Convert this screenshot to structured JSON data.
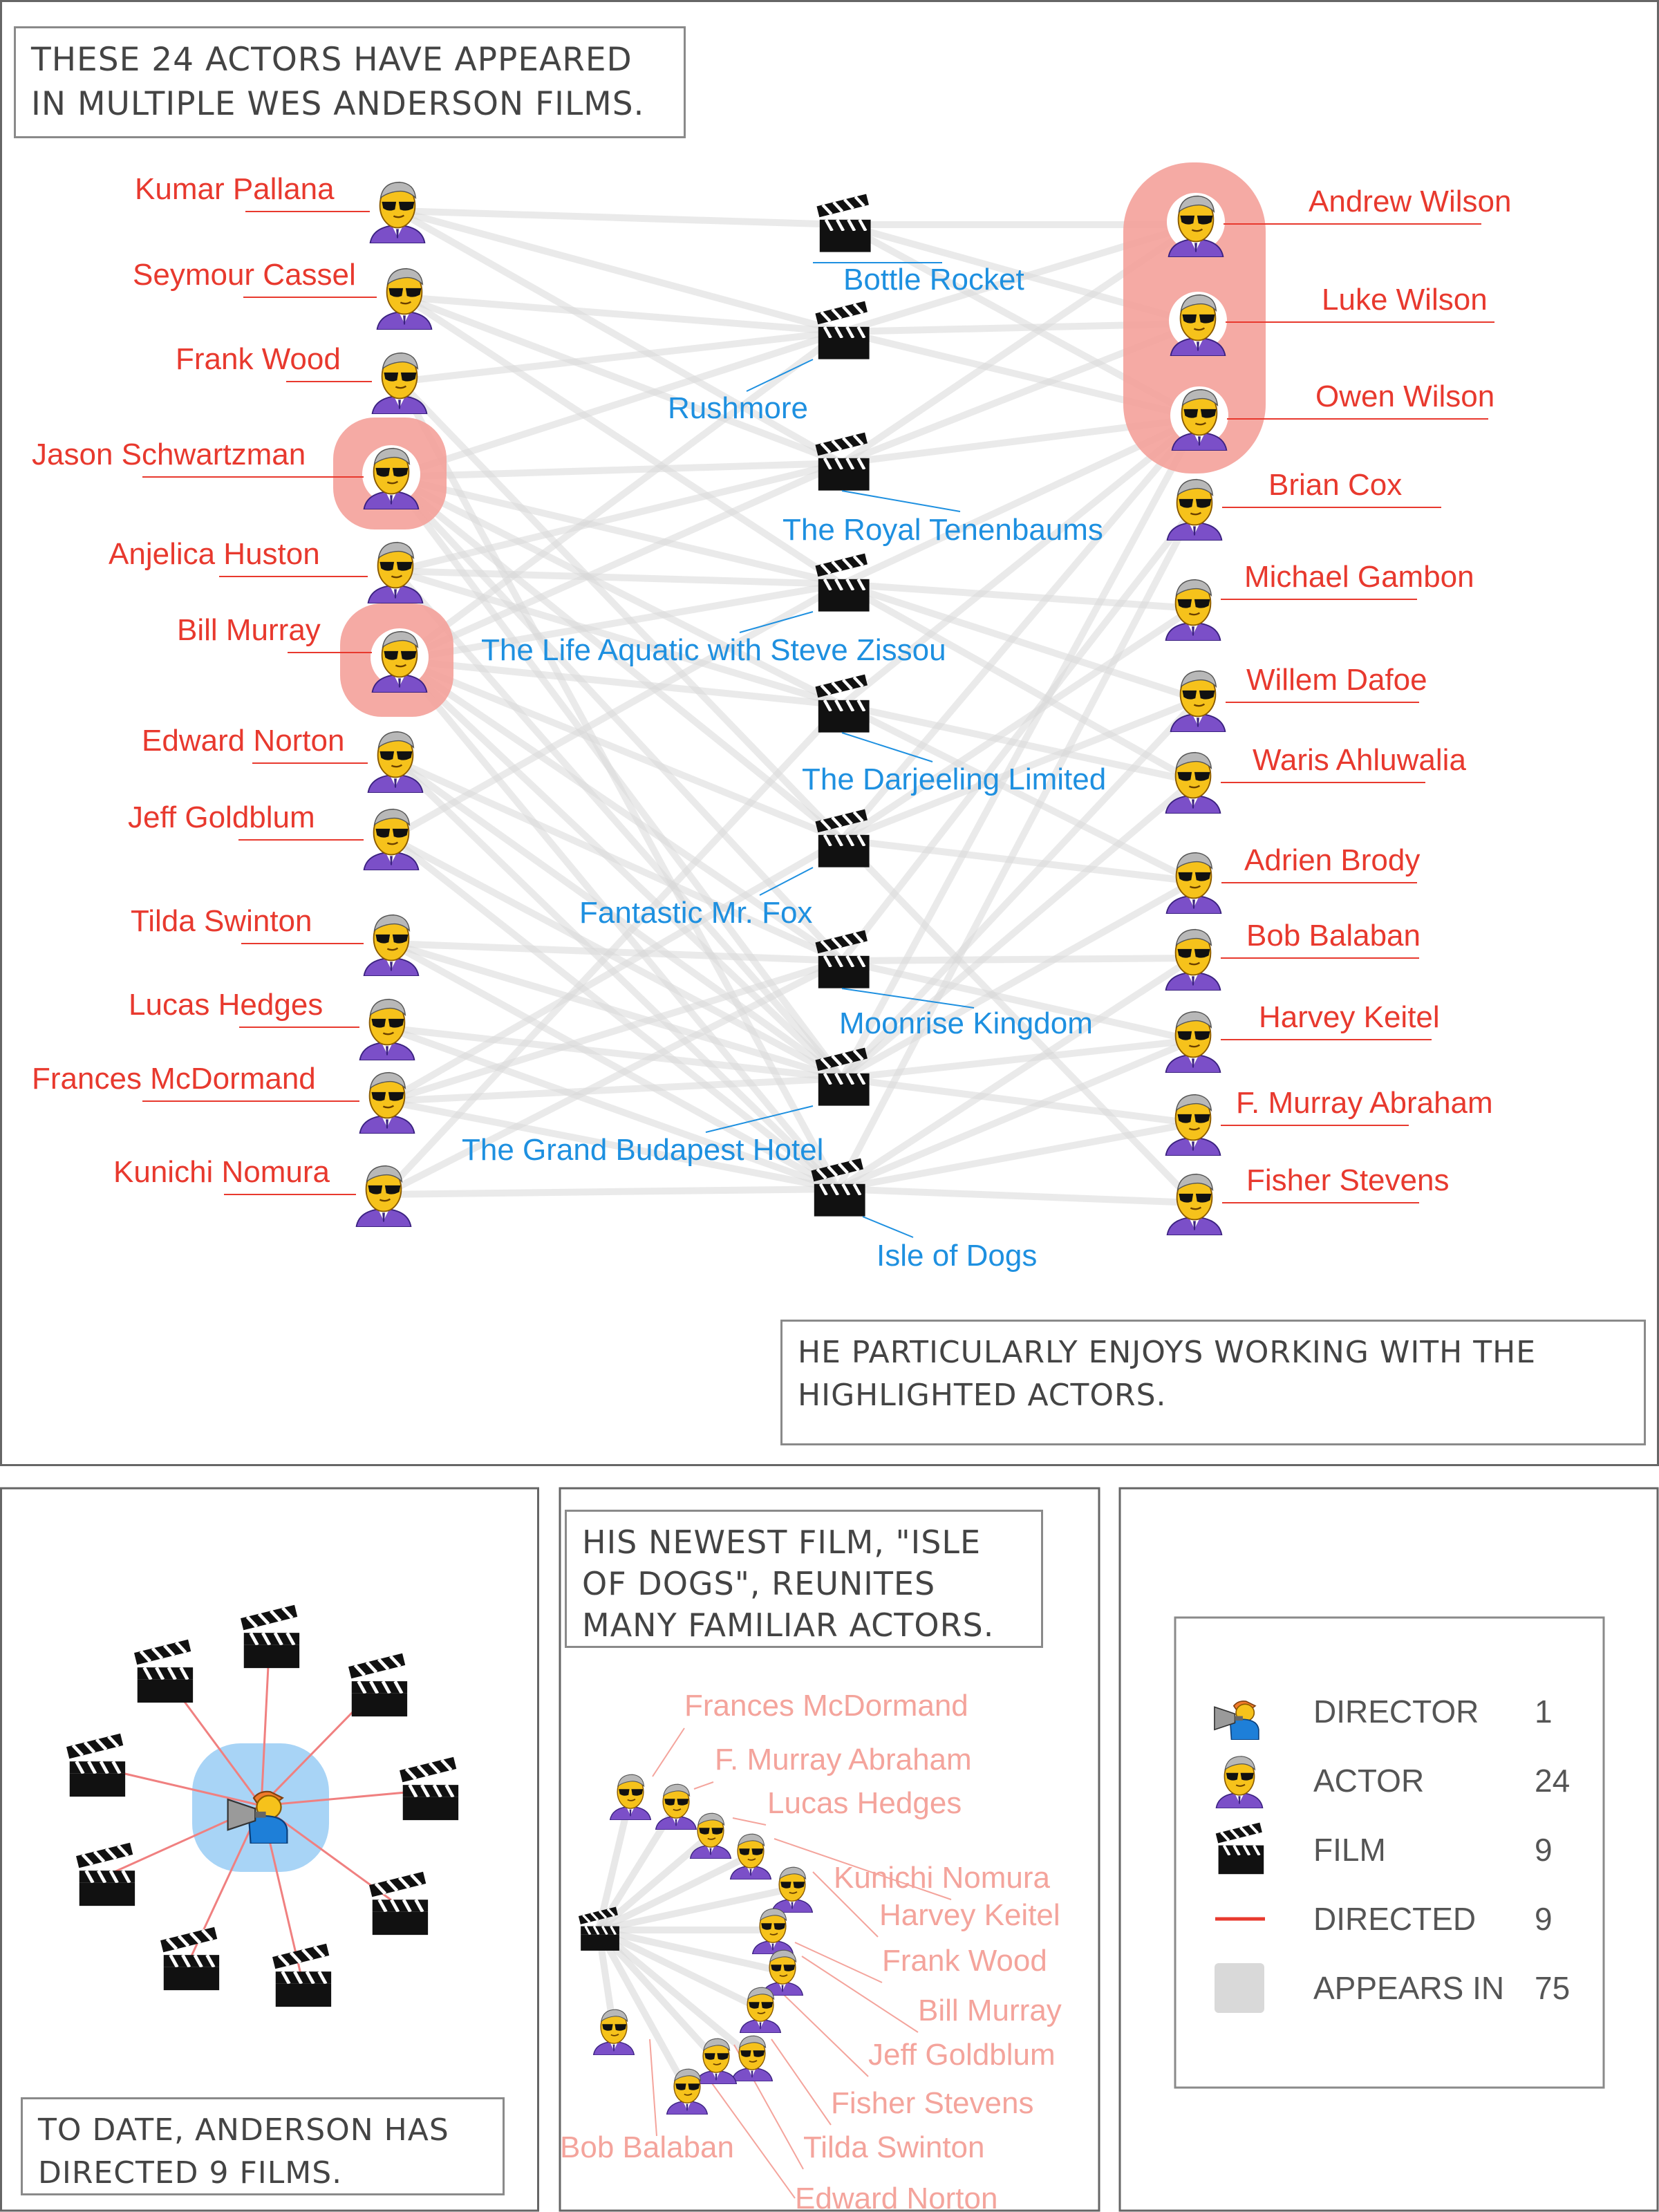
{
  "panels": {
    "top_caption": "THESE 24 ACTORS HAVE APPEARED\nIN MULTIPLE WES ANDERSON FILMS.",
    "highlight_caption": "HE PARTICULARLY ENJOYS WORKING WITH THE\nHIGHLIGHTED ACTORS.",
    "director_caption": "TO DATE, ANDERSON HAS\nDIRECTED 9 FILMS.",
    "newest_caption": "HIS NEWEST FILM, \"ISLE\nOF DOGS\", REUNITES\nMANY FAMILIAR ACTORS."
  },
  "colors": {
    "actor_label": "#e8392e",
    "film_label": "#1e90e0",
    "highlight": "#f4a19a",
    "edge": "#d9d9d9",
    "directed": "#f08080",
    "isle_label": "#f4a49c",
    "director_halo": "#a8d4f6"
  },
  "left_actors": [
    {
      "name": "Kumar Pallana"
    },
    {
      "name": "Seymour Cassel"
    },
    {
      "name": "Frank Wood"
    },
    {
      "name": "Jason Schwartzman",
      "highlight": true
    },
    {
      "name": "Anjelica Huston"
    },
    {
      "name": "Bill Murray",
      "highlight": true
    },
    {
      "name": "Edward Norton"
    },
    {
      "name": "Jeff Goldblum"
    },
    {
      "name": "Tilda Swinton"
    },
    {
      "name": "Lucas Hedges"
    },
    {
      "name": "Frances McDormand"
    },
    {
      "name": "Kunichi Nomura"
    }
  ],
  "right_actors": [
    {
      "name": "Andrew Wilson",
      "highlight": true
    },
    {
      "name": "Luke Wilson",
      "highlight": true
    },
    {
      "name": "Owen Wilson",
      "highlight": true
    },
    {
      "name": "Brian Cox"
    },
    {
      "name": "Michael Gambon"
    },
    {
      "name": "Willem Dafoe"
    },
    {
      "name": "Waris Ahluwalia"
    },
    {
      "name": "Adrien Brody"
    },
    {
      "name": "Bob Balaban"
    },
    {
      "name": "Harvey Keitel"
    },
    {
      "name": "F. Murray Abraham"
    },
    {
      "name": "Fisher Stevens"
    }
  ],
  "films": [
    "Bottle Rocket",
    "Rushmore",
    "The Royal Tenenbaums",
    "The Life Aquatic with Steve Zissou",
    "The Darjeeling Limited",
    "Fantastic Mr. Fox",
    "Moonrise Kingdom",
    "The Grand Budapest Hotel",
    "Isle of Dogs"
  ],
  "isle_cast": [
    "Frances McDormand",
    "F. Murray Abraham",
    "Lucas Hedges",
    "Kunichi Nomura",
    "Harvey Keitel",
    "Frank Wood",
    "Bill Murray",
    "Jeff Goldblum",
    "Fisher Stevens",
    "Tilda Swinton",
    "Bob Balaban",
    "Edward Norton"
  ],
  "legend": [
    {
      "icon": "director-icon",
      "label": "DIRECTOR",
      "count": "1"
    },
    {
      "icon": "actor-icon",
      "label": "ACTOR",
      "count": "24"
    },
    {
      "icon": "clapperboard-icon",
      "label": "FILM",
      "count": "9"
    },
    {
      "icon": "red-line-icon",
      "label": "DIRECTED",
      "count": "9"
    },
    {
      "icon": "gray-square-icon",
      "label": "APPEARS IN",
      "count": "75"
    }
  ]
}
